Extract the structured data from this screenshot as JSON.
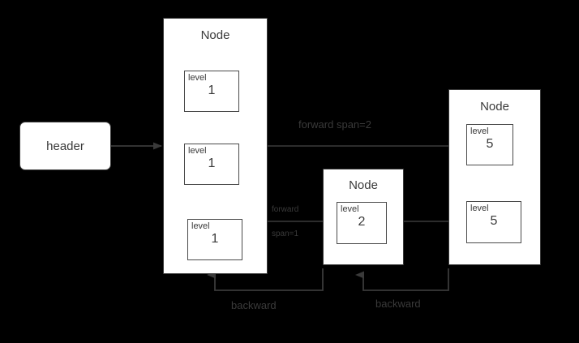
{
  "diagram": {
    "title_implied": "skiplist node forward/backward pointers",
    "background_color": "#000000",
    "box_fill": "#ffffff",
    "stroke_color": "#3a3a3a",
    "header": {
      "label": "header"
    },
    "nodes": [
      {
        "id": "node-left",
        "title": "Node",
        "levels": [
          {
            "caption": "level",
            "value": "1"
          },
          {
            "caption": "level",
            "value": "1"
          },
          {
            "caption": "level",
            "value": "1"
          }
        ]
      },
      {
        "id": "node-middle",
        "title": "Node",
        "levels": [
          {
            "caption": "level",
            "value": "2"
          }
        ]
      },
      {
        "id": "node-right",
        "title": "Node",
        "levels": [
          {
            "caption": "level",
            "value": "5"
          },
          {
            "caption": "level",
            "value": "5"
          }
        ]
      }
    ],
    "edges": [
      {
        "id": "header-to-left",
        "label": ""
      },
      {
        "id": "forward-span-2",
        "label": "forward span=2"
      },
      {
        "id": "forward-span-1",
        "label_line1": "forward",
        "label_line2": "span=1"
      },
      {
        "id": "middle-to-right",
        "label": ""
      },
      {
        "id": "backward-1",
        "label": "backward"
      },
      {
        "id": "backward-2",
        "label": "backward"
      }
    ]
  }
}
